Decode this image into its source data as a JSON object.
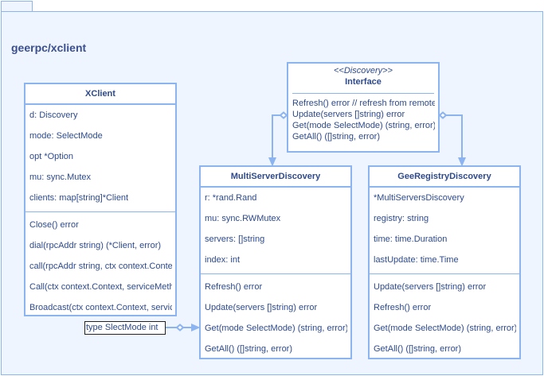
{
  "package": {
    "title": "geerpc/xclient"
  },
  "xclient": {
    "name": "XClient",
    "fields": [
      "d: Discovery",
      "mode: SelectMode",
      "opt *Option",
      "mu: sync.Mutex",
      "clients: map[string]*Client"
    ],
    "methods": [
      "Close() error",
      "dial(rpcAddr string) (*Client, error)",
      "call(rpcAddr string, ctx context.Context,",
      "Call(ctx context.Context, serviceMethod",
      "Broadcast(ctx context.Context, serviceMethod"
    ]
  },
  "interface": {
    "stereotype": "<<Discovery>>",
    "name": "Interface",
    "methods": [
      "Refresh() error // refresh from remote registry",
      "Update(servers []string) error",
      "Get(mode SelectMode) (string, error)",
      "GetAll() ([]string, error)"
    ]
  },
  "multi": {
    "name": "MultiServerDiscovery",
    "fields": [
      "r: *rand.Rand",
      "mu: sync.RWMutex",
      "servers: []string",
      "index: int"
    ],
    "methods": [
      "Refresh() error",
      "Update(servers []string) error",
      "Get(mode SelectMode) (string, error)",
      "GetAll() ([]string, error)"
    ]
  },
  "gee": {
    "name": "GeeRegistryDiscovery",
    "fields": [
      "*MultiServersDiscovery",
      "registry: string",
      "time: time.Duration",
      "lastUpdate: time.Time"
    ],
    "methods": [
      "Update(servers []string) error",
      "Refresh() error",
      "Get(mode SelectMode) (string, error)",
      "GetAll() ([]string, error)"
    ]
  },
  "note": {
    "text": "type SlectMode int"
  },
  "colors": {
    "border": "#8cb4f0",
    "text": "#2e4a8c",
    "package_bg": "#eef5ff"
  }
}
